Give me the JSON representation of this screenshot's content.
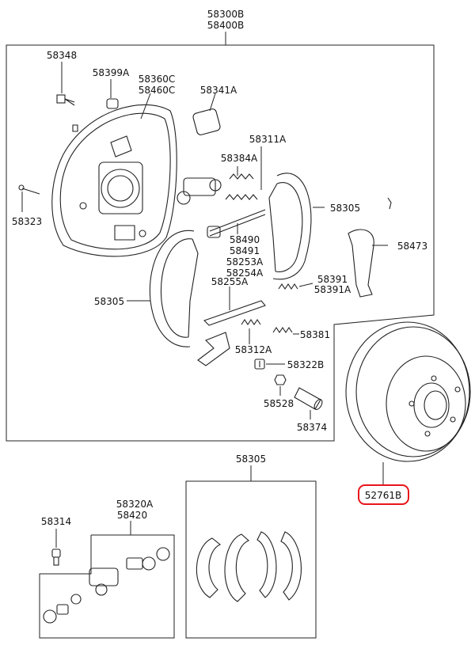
{
  "labels": {
    "assembly_top_1": "58300B",
    "assembly_top_2": "58400B",
    "bolt": "58348",
    "clip": "58399A",
    "backing_plate_1": "58360C",
    "backing_plate_2": "58460C",
    "gasket": "58341A",
    "pin": "58323",
    "adjuster_spring": "58311A",
    "spring": "58384A",
    "shoe_right": "58305",
    "shoe_left": "58305",
    "parking_lever": "58473",
    "adjuster_1": "58490",
    "adjuster_2": "58491",
    "adjuster_3": "58253A",
    "adjuster_4": "58254A",
    "strut": "58255A",
    "return_spring_1": "58391",
    "return_spring_2": "58391A",
    "lower_spring": "58312A",
    "spring_2": "58381",
    "hold_cup": "58322B",
    "washer": "58528",
    "pin_sleeve": "58374",
    "drum": "52761B",
    "shoe_kit": "58305",
    "wheel_cyl_1": "58320A",
    "wheel_cyl_2": "58420",
    "bleeder": "58314"
  },
  "highlight": {
    "part": "52761B",
    "color": "#e8151b"
  }
}
